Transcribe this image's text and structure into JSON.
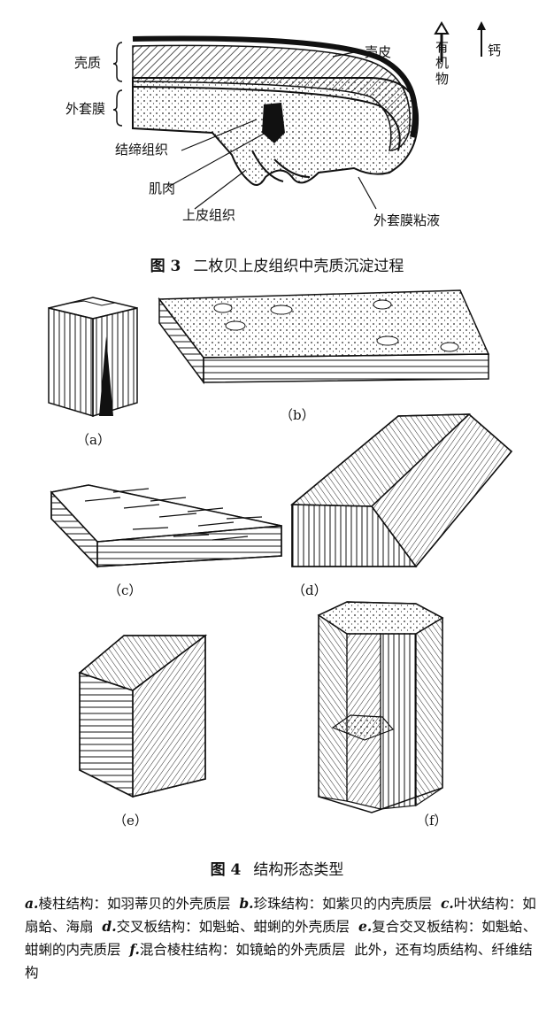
{
  "figure3": {
    "labels": {
      "shell_layer": "壳质",
      "periostracum": "壳皮",
      "mantle": "外套膜",
      "connective": "结缔组织",
      "muscle": "肌肉",
      "epithelium": "上皮组织",
      "mucus": "外套膜粘液",
      "organic_arrow": "有机物",
      "calcium_arrow": "钙"
    },
    "caption_num": "图 3",
    "caption_text": "二枚贝上皮组织中壳质沉淀过程"
  },
  "figure4": {
    "panel_labels": [
      "（a）",
      "（b）",
      "（c）",
      "（d）",
      "（e）",
      "（f）"
    ],
    "caption_num": "图 4",
    "caption_text": "结构形态类型",
    "description": [
      {
        "key": "a.",
        "text": "棱柱结构：如羽蒂贝的外壳质层"
      },
      {
        "key": "b.",
        "text": "珍珠结构：如紫贝的内壳质层"
      },
      {
        "key": "c.",
        "text": "叶状结构：如扇蛤、海扇"
      },
      {
        "key": "d.",
        "text": "交叉板结构：如魁蛤、蚶蜊的外壳质层"
      },
      {
        "key": "e.",
        "text": "复合交叉板结构：如魁蛤、蚶蜊的内壳质层"
      },
      {
        "key": "f.",
        "text": "混合棱柱结构：如镜蛤的外壳质层"
      }
    ],
    "description_tail": "此外，还有均质结构、纤维结构"
  }
}
